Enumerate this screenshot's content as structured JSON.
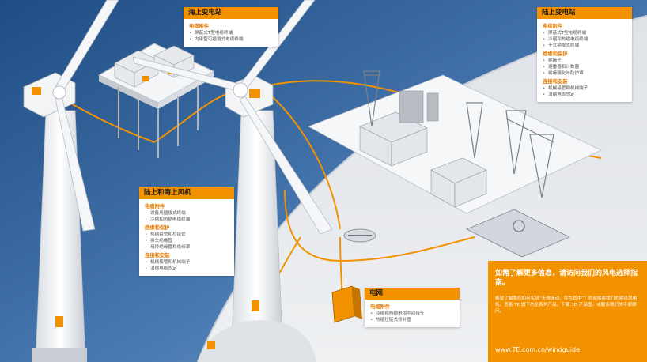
{
  "callouts": {
    "offshore_substation": {
      "title": "海上变电站",
      "sections": [
        {
          "title": "电缆附件",
          "items": [
            "屏蔽式T型电缆终端",
            "内锥型可插拔式电缆终端"
          ]
        }
      ]
    },
    "onshore_substation": {
      "title": "陆上变电站",
      "sections": [
        {
          "title": "电缆附件",
          "items": [
            "屏蔽式T型电缆终端",
            "冷缩和热缩电缆终端",
            "干式插拔式终端"
          ]
        },
        {
          "title": "绝缘和保护",
          "items": [
            "绝缘子",
            "避雷器和计数器",
            "绝缘强化与防护罩"
          ]
        },
        {
          "title": "连接和安装",
          "items": [
            "机械接管和机械端子",
            "消缩电缆固定"
          ]
        }
      ]
    },
    "wind_turbine": {
      "title": "陆上和海上风机",
      "sections": [
        {
          "title": "电缆附件",
          "items": [
            "设备用插拔式终端",
            "冷缩和热缩电缆终端"
          ]
        },
        {
          "title": "绝缘和保护",
          "items": [
            "热缩套管和拉链管",
            "接头绝缘管",
            "母排绝缘管和绝缘罩"
          ]
        },
        {
          "title": "连接和安装",
          "items": [
            "机械接管和机械端子",
            "消缩电缆固定"
          ]
        }
      ]
    },
    "grid": {
      "title": "电网",
      "sections": [
        {
          "title": "电缆附件",
          "items": [
            "冷缩和热缩电缆中间接头",
            "热缩拉链式修补管"
          ]
        }
      ]
    }
  },
  "info": {
    "heading": "如需了解更多信息，请访问我们的风电选择指南。",
    "body": "希望了解我们如何实现“无限连动，尽在其中”？欢迎探索我们的建设风电场。查看 TE 旗下的全系列产品，下载 3D 产品图，或联系我们的专家顾问。",
    "link": "www.TE.com.cn/windguide"
  },
  "colors": {
    "accent": "#f39200",
    "sea": "#2f5c8f",
    "land": "#e9ebee",
    "route": "#f39200"
  }
}
